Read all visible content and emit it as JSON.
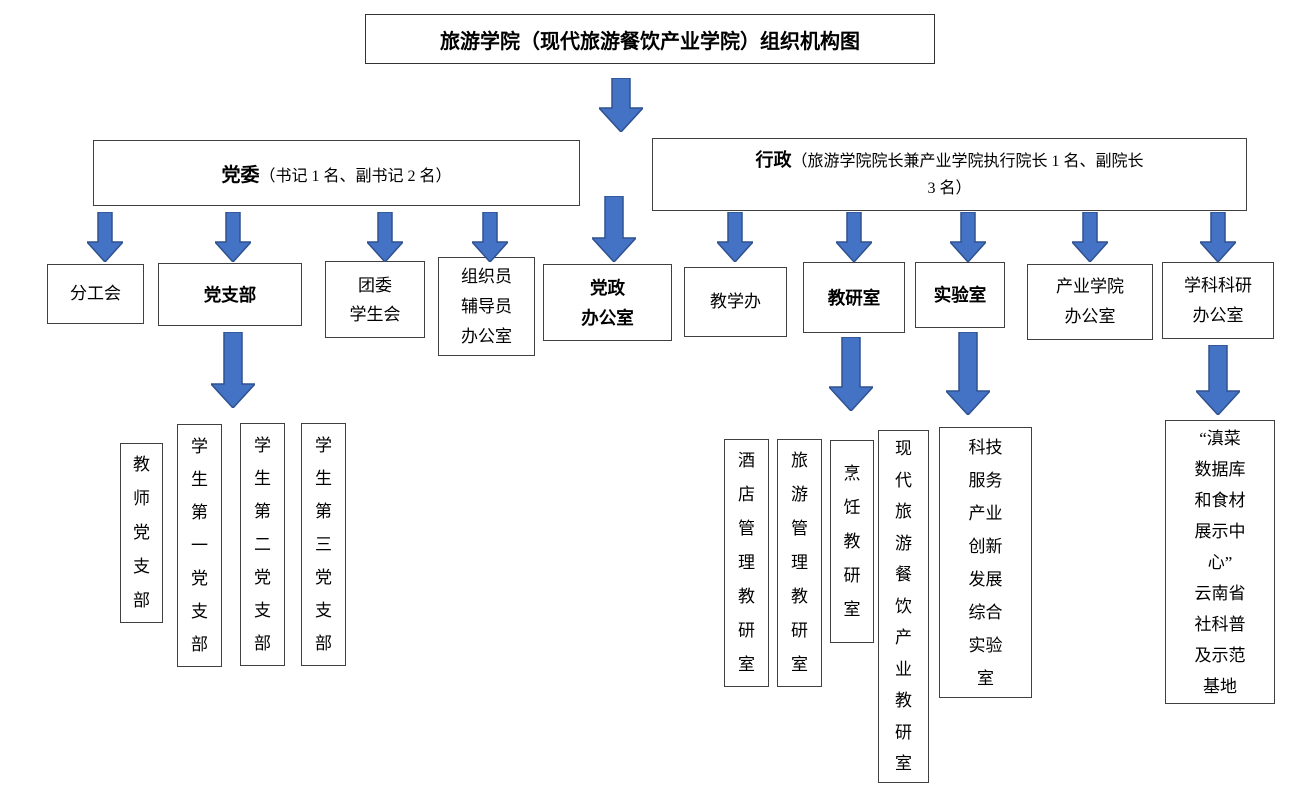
{
  "title": "旅游学院（现代旅游餐饮产业学院）组织机构图",
  "branches": {
    "party": {
      "head": "党委",
      "detail": "（书记 1 名、副书记 2 名）"
    },
    "admin": {
      "head": "行政",
      "detail_line1": "（旅游学院院长兼产业学院执行院长 1 名、副院长",
      "detail_line2": "3 名）"
    }
  },
  "level2": {
    "union": "分工会",
    "party_branch": "党支部",
    "youth_league": "团委\n学生会",
    "organizer_office": "组织员\n辅导员\n办公室",
    "party_admin_office": "党政\n办公室",
    "teaching_office": "教学办",
    "teaching_research": "教研室",
    "laboratory": "实验室",
    "industry_college_office": "产业学院\n办公室",
    "discipline_research_office": "学科科研\n办公室"
  },
  "level3": {
    "teacher_branch": "教\n师\n党\n支\n部",
    "student_branch_1": "学\n生\n第\n一\n党\n支\n部",
    "student_branch_2": "学\n生\n第\n二\n党\n支\n部",
    "student_branch_3": "学\n生\n第\n三\n党\n支\n部",
    "hotel_mgmt": "酒\n店\n管\n理\n教\n研\n室",
    "tourism_mgmt": "旅\n游\n管\n理\n教\n研\n室",
    "culinary": "烹\n饪\n教\n研\n室",
    "modern_industry": "现\n代\n旅\n游\n餐\n饮\n产\n业\n教\n研\n室",
    "sci_tech_lab": "科技\n服务\n产业\n创新\n发展\n综合\n实验\n室",
    "dian_cuisine_base": "“滇菜\n数据库\n和食材\n展示中\n心”\n云南省\n社科普\n及示范\n基地"
  },
  "colors": {
    "arrow_fill": "#4472C4",
    "arrow_stroke": "#2F528F",
    "box_border": "#404040",
    "text": "#000000",
    "background": "#FFFFFF"
  }
}
